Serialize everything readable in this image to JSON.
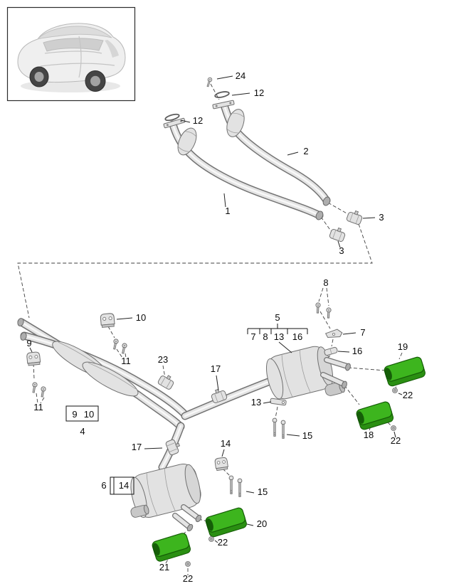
{
  "colors": {
    "background": "#ffffff",
    "highlight_fill": "#3db51e",
    "highlight_fill_dark": "#2a8f12",
    "highlight_stroke": "#145c06"
  },
  "highlighted_callouts": [
    "19",
    "18",
    "20",
    "21"
  ],
  "callouts": {
    "c24": "24",
    "c12_top": "12",
    "c12_left": "12",
    "c2": "2",
    "c1": "1",
    "c3_right": "3",
    "c3_lower": "3",
    "c8": "8",
    "c10": "10",
    "c7": "7",
    "c5": "5",
    "c5_group_7": "7",
    "c5_group_8": "8",
    "c5_group_13": "13",
    "c5_group_16": "16",
    "c16": "16",
    "c9": "9",
    "c11_right": "11",
    "c11_left": "11",
    "c23": "23",
    "c17_mid": "17",
    "c19": "19",
    "c22_19": "22",
    "c13": "13",
    "c18": "18",
    "c22_18": "22",
    "c15_right": "15",
    "c4_group_9": "9",
    "c4_group_10": "10",
    "c4": "4",
    "c17_low": "17",
    "c14": "14",
    "c6": "6",
    "c6_group_14": "14",
    "c15_low": "15",
    "c20": "20",
    "c22_20": "22",
    "c21": "21",
    "c22_21": "22"
  }
}
